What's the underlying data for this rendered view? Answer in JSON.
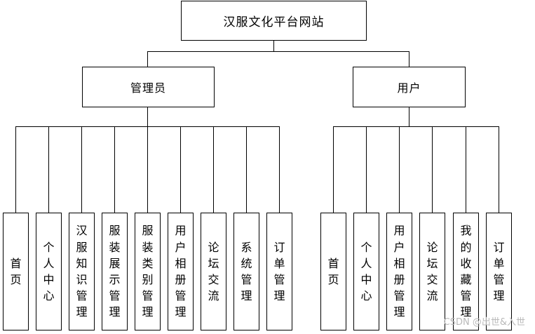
{
  "diagram": {
    "root": {
      "label": "汉服文化平台网站"
    },
    "branches": [
      {
        "label": "管理员",
        "children": [
          "首页",
          "个人中心",
          "汉服知识管理",
          "服装展示管理",
          "服装类别管理",
          "用户相册管理",
          "论坛交流",
          "系统管理",
          "订单管理"
        ]
      },
      {
        "label": "用户",
        "children": [
          "首页",
          "个人中心",
          "用户相册管理",
          "论坛交流",
          "我的收藏管理",
          "订单管理"
        ]
      }
    ]
  },
  "watermark": "CSDN @出世&入世",
  "colors": {
    "line": "#000000",
    "box_border": "#000000",
    "background": "#ffffff",
    "watermark": "#b9b9b9"
  }
}
